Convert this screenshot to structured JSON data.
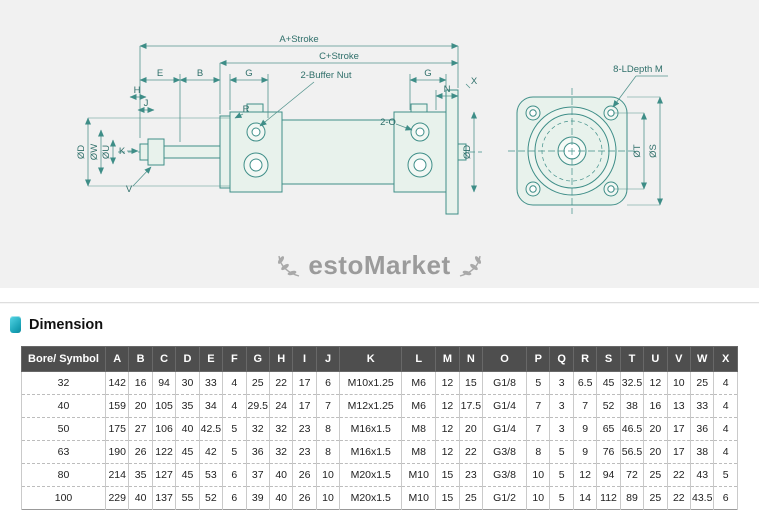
{
  "watermark": {
    "text": "estoMarket"
  },
  "section": {
    "title": "Dimension"
  },
  "drawing": {
    "labels": {
      "a_stroke": "A+Stroke",
      "c_stroke": "C+Stroke",
      "buffer_nut": "2-Buffer Nut",
      "bolt_depth": "8-LDepth M",
      "e": "E",
      "b": "B",
      "g_left": "G",
      "g_right": "G",
      "n": "N",
      "x": "X",
      "h": "H",
      "j": "J",
      "k": "K",
      "v": "V",
      "r": "R",
      "ports": "2-O",
      "dia_d_left": "ØD",
      "dia_w": "ØW",
      "dia_u": "ØU",
      "dia_d_right": "ØD",
      "dia_t": "ØT",
      "dia_s": "ØS"
    }
  },
  "table": {
    "headers": [
      "Bore/ Symbol",
      "A",
      "B",
      "C",
      "D",
      "E",
      "F",
      "G",
      "H",
      "I",
      "J",
      "K",
      "L",
      "M",
      "N",
      "O",
      "P",
      "Q",
      "R",
      "S",
      "T",
      "U",
      "V",
      "W",
      "X"
    ],
    "rows": [
      [
        "32",
        "142",
        "16",
        "94",
        "30",
        "33",
        "4",
        "25",
        "22",
        "17",
        "6",
        "M10x1.25",
        "M6",
        "12",
        "15",
        "G1/8",
        "5",
        "3",
        "6.5",
        "45",
        "32.5",
        "12",
        "10",
        "25",
        "4"
      ],
      [
        "40",
        "159",
        "20",
        "105",
        "35",
        "34",
        "4",
        "29.5",
        "24",
        "17",
        "7",
        "M12x1.25",
        "M6",
        "12",
        "17.5",
        "G1/4",
        "7",
        "3",
        "7",
        "52",
        "38",
        "16",
        "13",
        "33",
        "4"
      ],
      [
        "50",
        "175",
        "27",
        "106",
        "40",
        "42.5",
        "5",
        "32",
        "32",
        "23",
        "8",
        "M16x1.5",
        "M8",
        "12",
        "20",
        "G1/4",
        "7",
        "3",
        "9",
        "65",
        "46.5",
        "20",
        "17",
        "36",
        "4"
      ],
      [
        "63",
        "190",
        "26",
        "122",
        "45",
        "42",
        "5",
        "36",
        "32",
        "23",
        "8",
        "M16x1.5",
        "M8",
        "12",
        "22",
        "G3/8",
        "8",
        "5",
        "9",
        "76",
        "56.5",
        "20",
        "17",
        "38",
        "4"
      ],
      [
        "80",
        "214",
        "35",
        "127",
        "45",
        "53",
        "6",
        "37",
        "40",
        "26",
        "10",
        "M20x1.5",
        "M10",
        "15",
        "23",
        "G3/8",
        "10",
        "5",
        "12",
        "94",
        "72",
        "25",
        "22",
        "43",
        "5"
      ],
      [
        "100",
        "229",
        "40",
        "137",
        "55",
        "52",
        "6",
        "39",
        "40",
        "26",
        "10",
        "M20x1.5",
        "M10",
        "15",
        "25",
        "G1/2",
        "10",
        "5",
        "14",
        "112",
        "89",
        "25",
        "22",
        "43.5",
        "6"
      ]
    ]
  }
}
